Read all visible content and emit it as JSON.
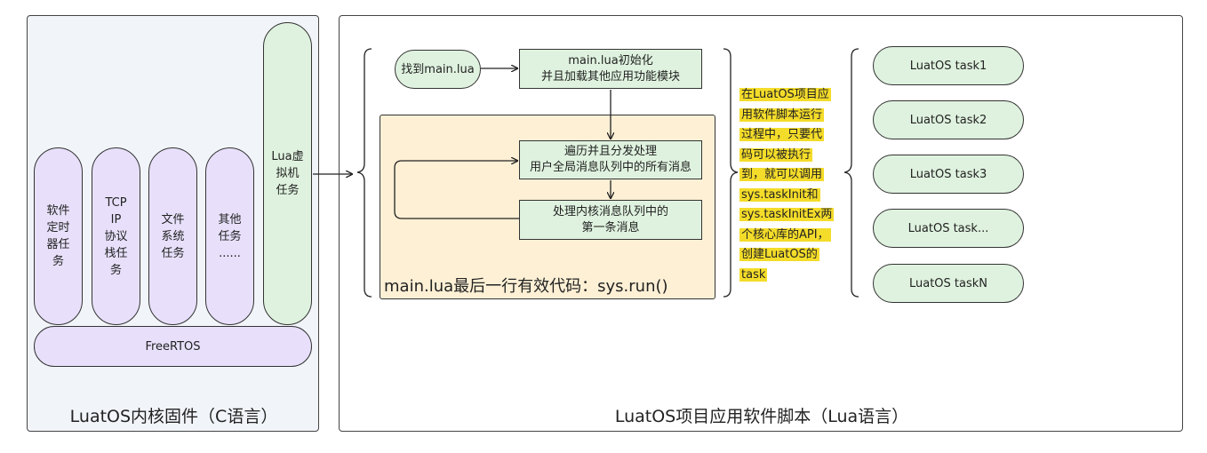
{
  "left_panel": {
    "caption": "LuatOS内核固件（C语言）",
    "tasks": [
      {
        "label": "软件\n定时\n器任\n务"
      },
      {
        "label": "TCP\nIP\n协议\n栈任\n务"
      },
      {
        "label": "文件\n系统\n任务"
      },
      {
        "label": "其他\n任务\n......"
      }
    ],
    "vm_task": "Lua虚\n拟机\n任务",
    "freertos": "FreeRTOS"
  },
  "right_panel": {
    "caption": "LuatOS项目应用软件脚本（Lua语言）",
    "find_main": "找到main.lua",
    "init_box": "main.lua初始化\n并且加载其他应用功能模块",
    "dispatch_box": "遍历并且分发处理\n用户全局消息队列中的所有消息",
    "kernel_box": "处理内核消息队列中的\n第一条消息",
    "loop_caption": "main.lua最后一行有效代码：sys.run()",
    "note_lines": [
      "在LuatOS项目应",
      "用软件脚本运行",
      "过程中，只要代",
      "码可以被执行",
      "到，就可以调用",
      "sys.taskInit和",
      "sys.taskInitEx两",
      "个核心库的API，",
      "创建LuatOS的",
      "task"
    ],
    "user_tasks": [
      "LuatOS task1",
      "LuatOS task2",
      "LuatOS task3",
      "LuatOS task...",
      "LuatOS taskN"
    ]
  },
  "colors": {
    "purple": "#e8e0fb",
    "green": "#dff2df",
    "loop_fill": "#fdf0d5",
    "highlight": "#f4dc2a",
    "left_panel_fill": "#f1f4f9"
  }
}
